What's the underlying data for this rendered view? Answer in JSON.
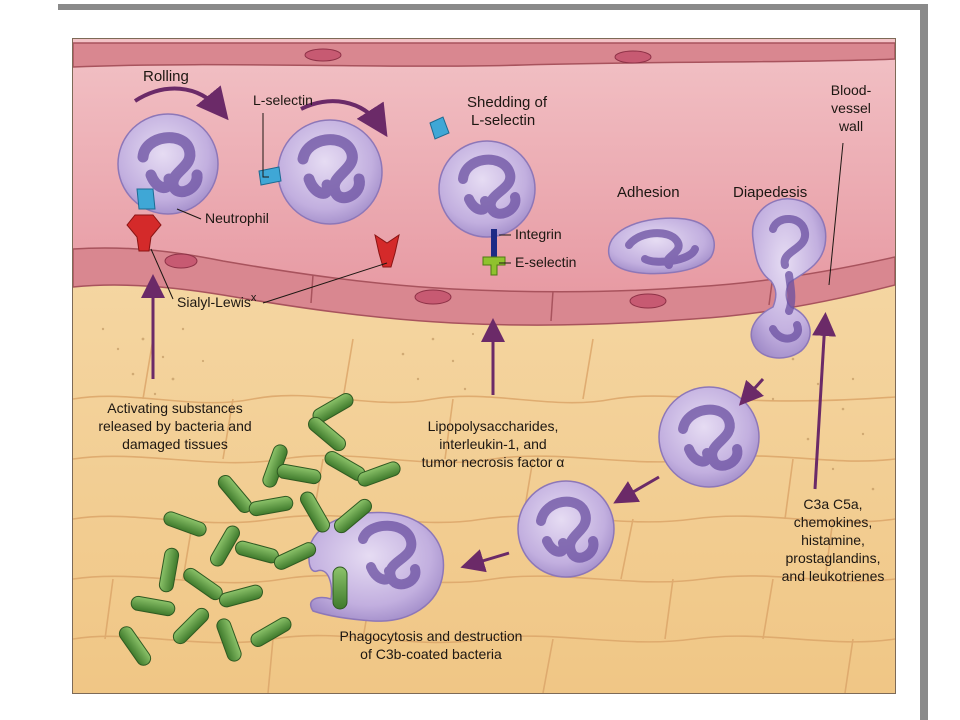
{
  "labels": {
    "rolling": "Rolling",
    "l_selectin": "L-selectin",
    "shedding_line1": "Shedding of",
    "shedding_line2": "L-selectin",
    "blood_vessel_line1": "Blood-",
    "blood_vessel_line2": "vessel",
    "blood_vessel_line3": "wall",
    "neutrophil": "Neutrophil",
    "adhesion": "Adhesion",
    "diapedesis": "Diapedesis",
    "integrin": "Integrin",
    "e_selectin": "E-selectin",
    "sialyl_lewis": "Sialyl-Lewis",
    "sialyl_lewis_sup": "x",
    "activating_line1": "Activating substances",
    "activating_line2": "released by bacteria and",
    "activating_line3": "damaged tissues",
    "lps_line1": "Lipopolysaccharides,",
    "lps_line2": "interleukin-1, and",
    "lps_line3": "tumor necrosis factor α",
    "c3a_line1": "C3a  C5a,",
    "c3a_line2": "chemokines,",
    "c3a_line3": "histamine,",
    "c3a_line4": "prostaglandins,",
    "c3a_line5": "and leukotrienes",
    "phago_line1": "Phagocytosis and destruction",
    "phago_line2": "of C3b-coated bacteria"
  },
  "colors": {
    "vessel_lumen": "#e8aab0",
    "vessel_wall": "#c96e77",
    "tissue": "#f3cf95",
    "cell_body": "#c7b6e0",
    "cell_nucleus": "#7a5fae",
    "arrow": "#6b2a68",
    "l_selectin": "#3fa7d6",
    "sialyl_lewis": "#d42a2a",
    "integrin": "#1c2a86",
    "e_selectin": "#8fc22e",
    "bacteria": "#4f8f3a"
  }
}
